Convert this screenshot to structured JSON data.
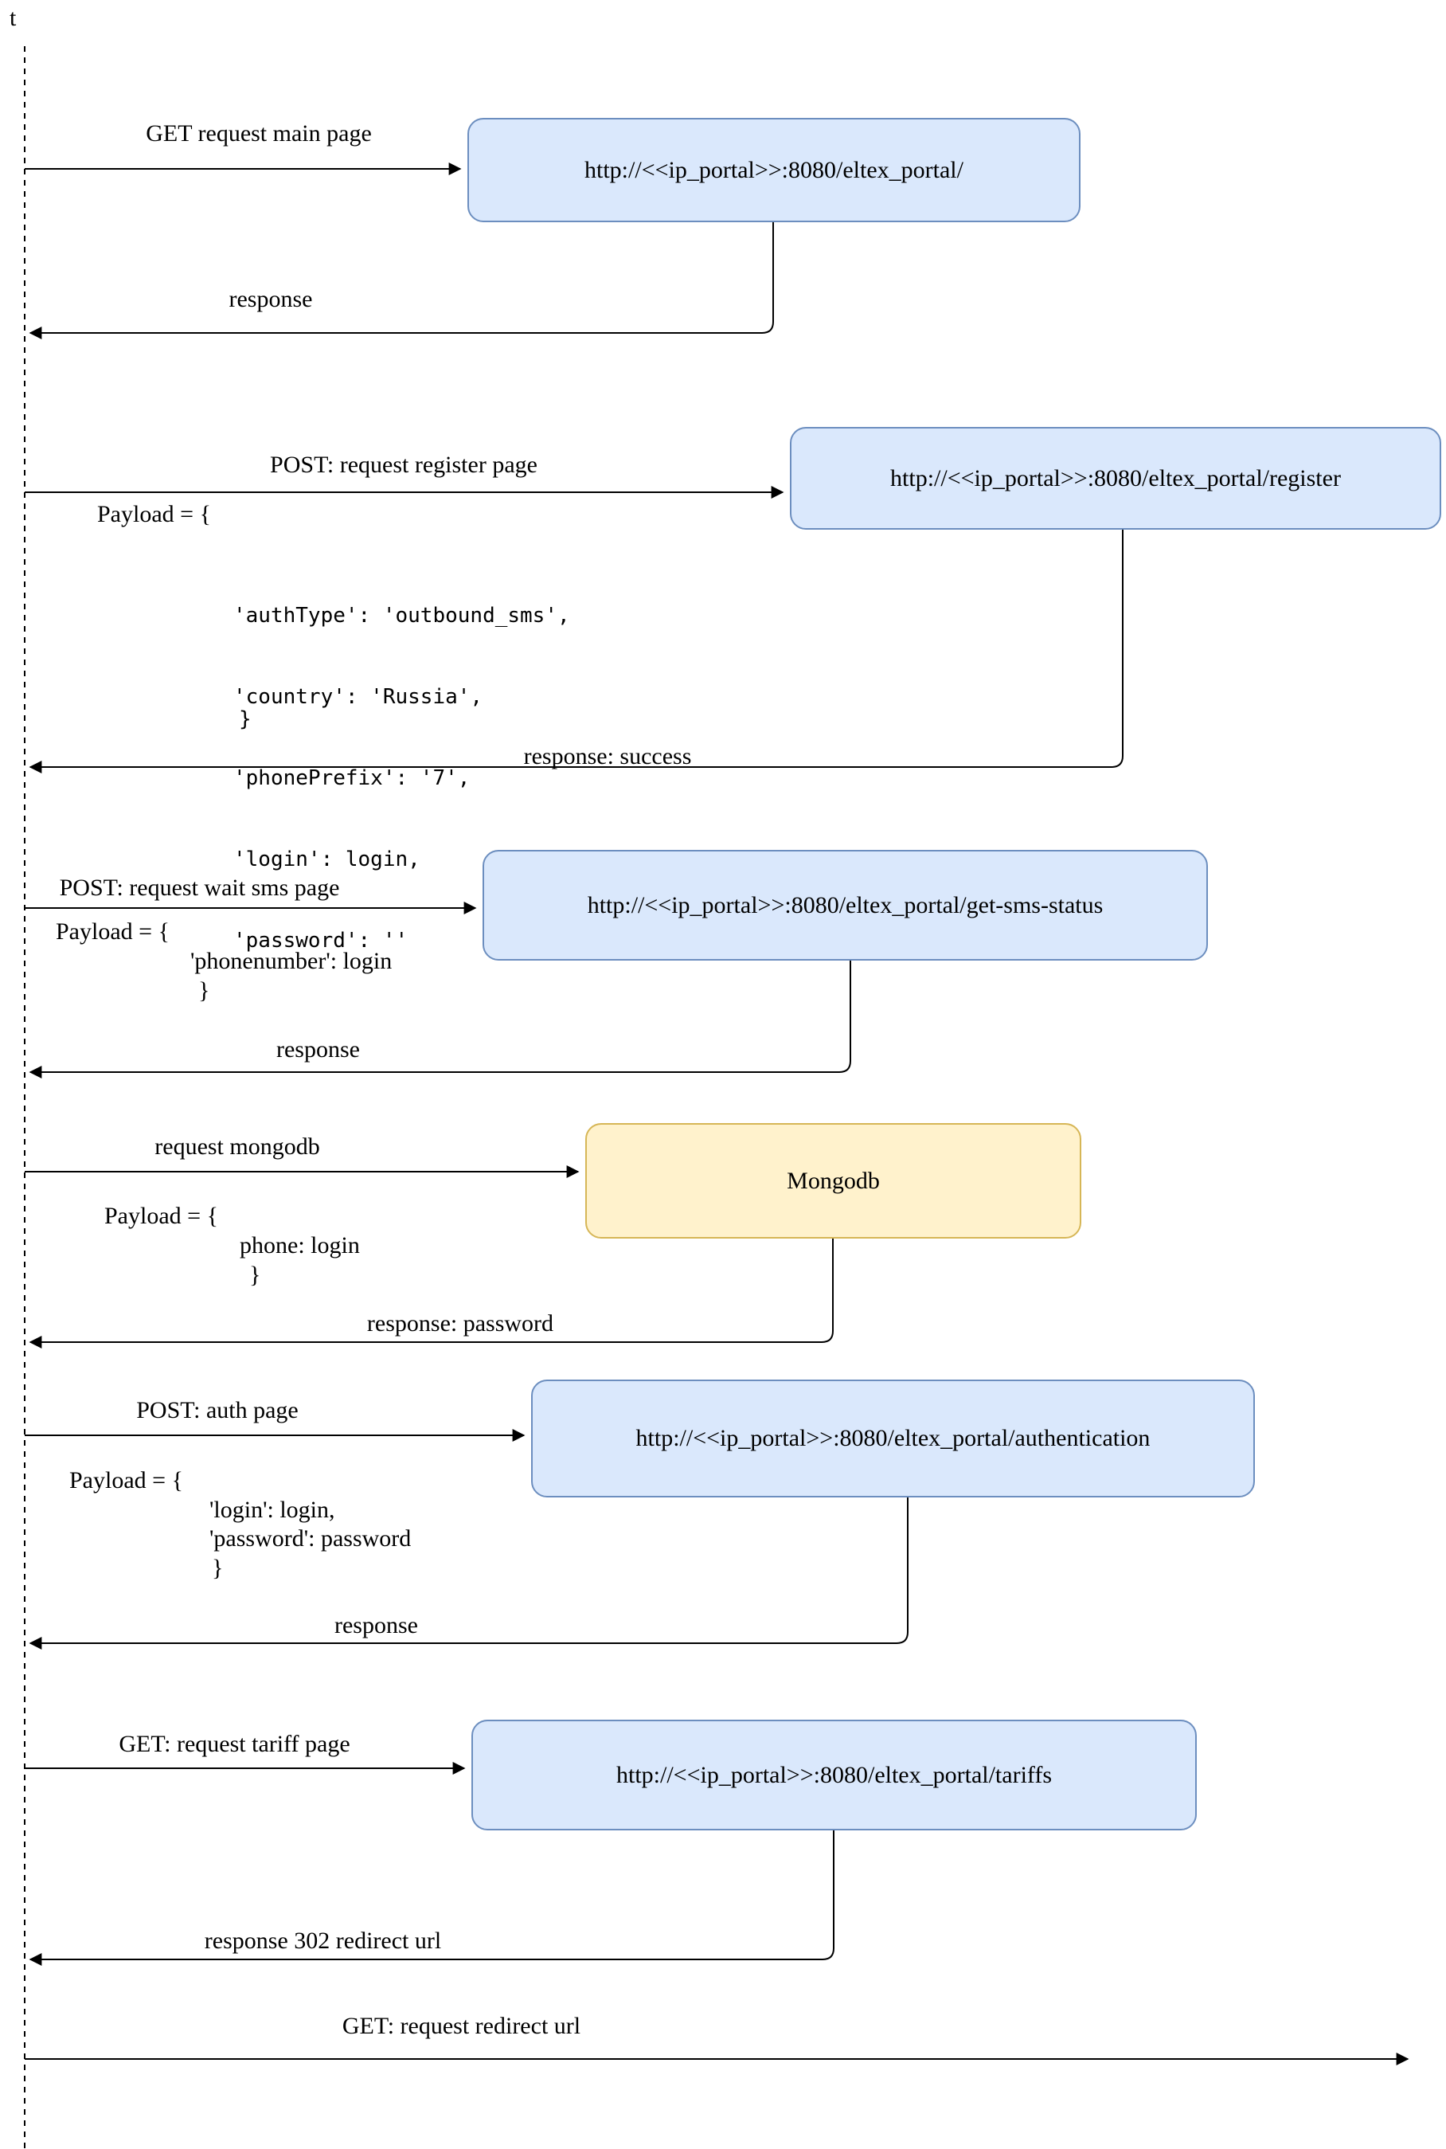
{
  "colors": {
    "box-blue-fill": "#dae8fc",
    "box-blue-border": "#6c8ebf",
    "box-yellow-fill": "#fff2cc",
    "box-yellow-border": "#d6b656",
    "line": "#000000"
  },
  "timeline": {
    "label": "t"
  },
  "interactions": [
    {
      "request_label": "GET request main page",
      "endpoint": "http://<<ip_portal>>:8080/eltex_portal/",
      "response_label": "response"
    },
    {
      "request_label": "POST: request register page",
      "endpoint": "http://<<ip_portal>>:8080/eltex_portal/register",
      "payload_open": "Payload = {",
      "payload_lines": [
        "'authType': 'outbound_sms',",
        "'country': 'Russia',",
        "'phonePrefix': '7',",
        "'login': login,",
        "'password': ''"
      ],
      "payload_close": "}",
      "response_label": "response: success"
    },
    {
      "request_label": "POST: request wait sms page",
      "endpoint": "http://<<ip_portal>>:8080/eltex_portal/get-sms-status",
      "payload_open": "Payload = {",
      "payload_lines": [
        "'phonenumber': login"
      ],
      "payload_close": "}",
      "response_label": "response"
    },
    {
      "request_label": "request mongodb",
      "endpoint": "Mongodb",
      "payload_open": "Payload = {",
      "payload_lines": [
        "phone: login"
      ],
      "payload_close": "}",
      "response_label": "response: password"
    },
    {
      "request_label": "POST: auth page",
      "endpoint": "http://<<ip_portal>>:8080/eltex_portal/authentication",
      "payload_open": "Payload = {",
      "payload_lines": [
        "'login': login,",
        "'password': password"
      ],
      "payload_close": "}",
      "response_label": "response"
    },
    {
      "request_label": "GET: request tariff page",
      "endpoint": "http://<<ip_portal>>:8080/eltex_portal/tariffs",
      "response_label": "response 302 redirect url"
    },
    {
      "request_label": "GET: request redirect url"
    }
  ]
}
